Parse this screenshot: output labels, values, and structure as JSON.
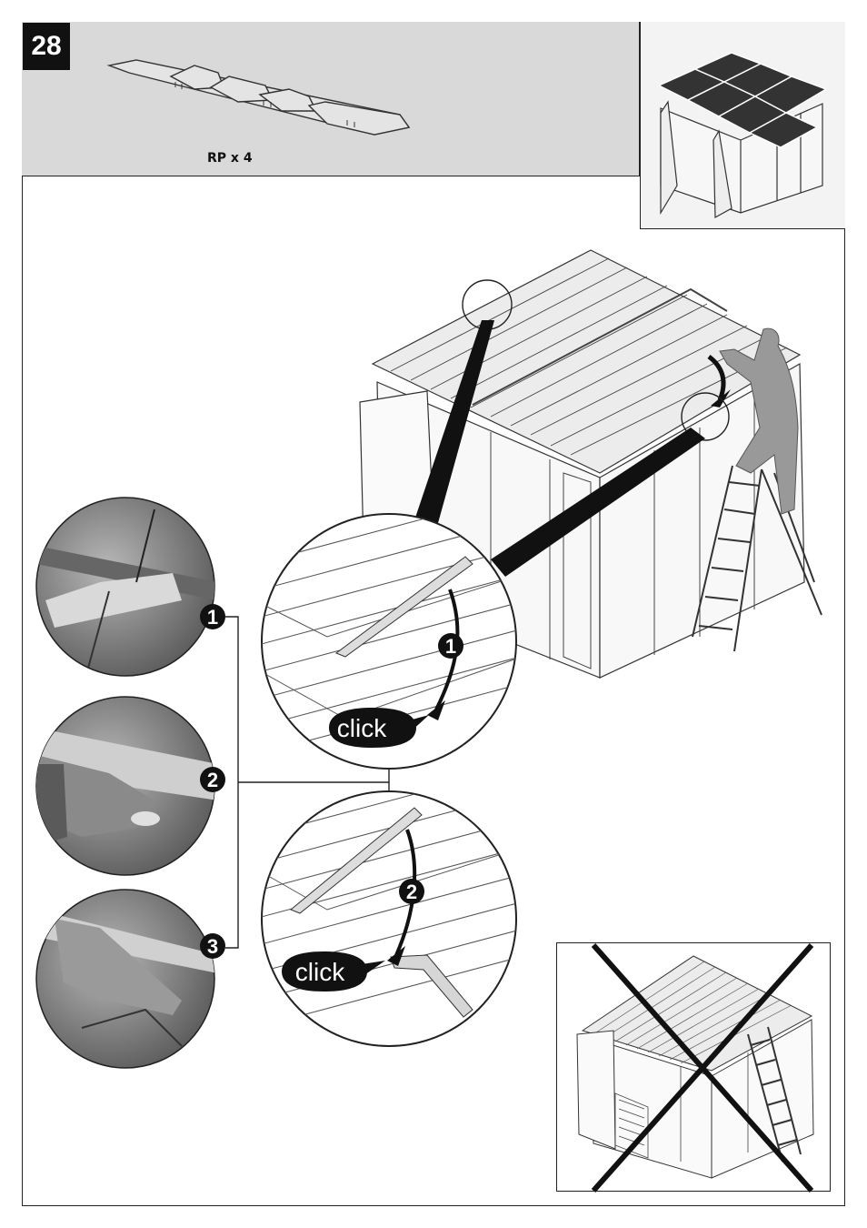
{
  "step": {
    "number": "28"
  },
  "part": {
    "label": "RP x 4"
  },
  "callouts": {
    "click_1": "click",
    "click_2": "click",
    "arrow_num_1": "1",
    "arrow_num_2": "2"
  },
  "photo_steps": [
    {
      "num": "1"
    },
    {
      "num": "2"
    },
    {
      "num": "3"
    }
  ]
}
